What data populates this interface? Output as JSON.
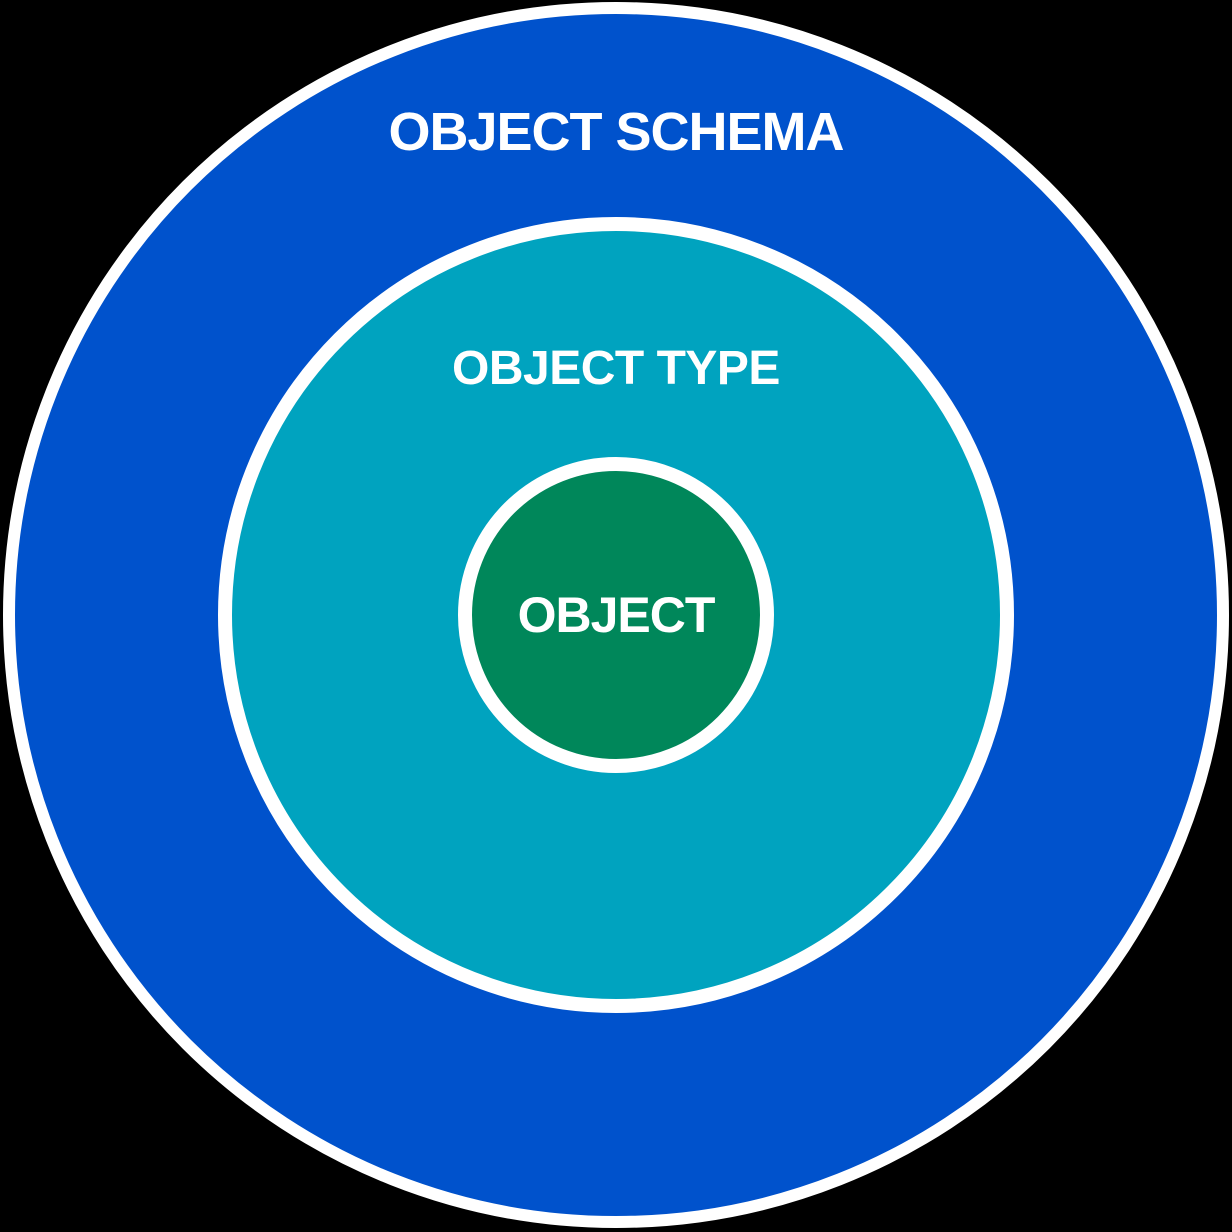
{
  "diagram": {
    "title": "Object schema concentric diagram",
    "background_color": "#000000",
    "ring_border_color": "#FFFFFF",
    "rings": [
      {
        "id": "object-schema",
        "label": "OBJECT SCHEMA",
        "fill": "#0052CC",
        "level": 1
      },
      {
        "id": "object-type",
        "label": "OBJECT TYPE",
        "fill": "#00A3BF",
        "level": 2
      },
      {
        "id": "object",
        "label": "OBJECT",
        "fill": "#00875A",
        "level": 3
      }
    ]
  }
}
